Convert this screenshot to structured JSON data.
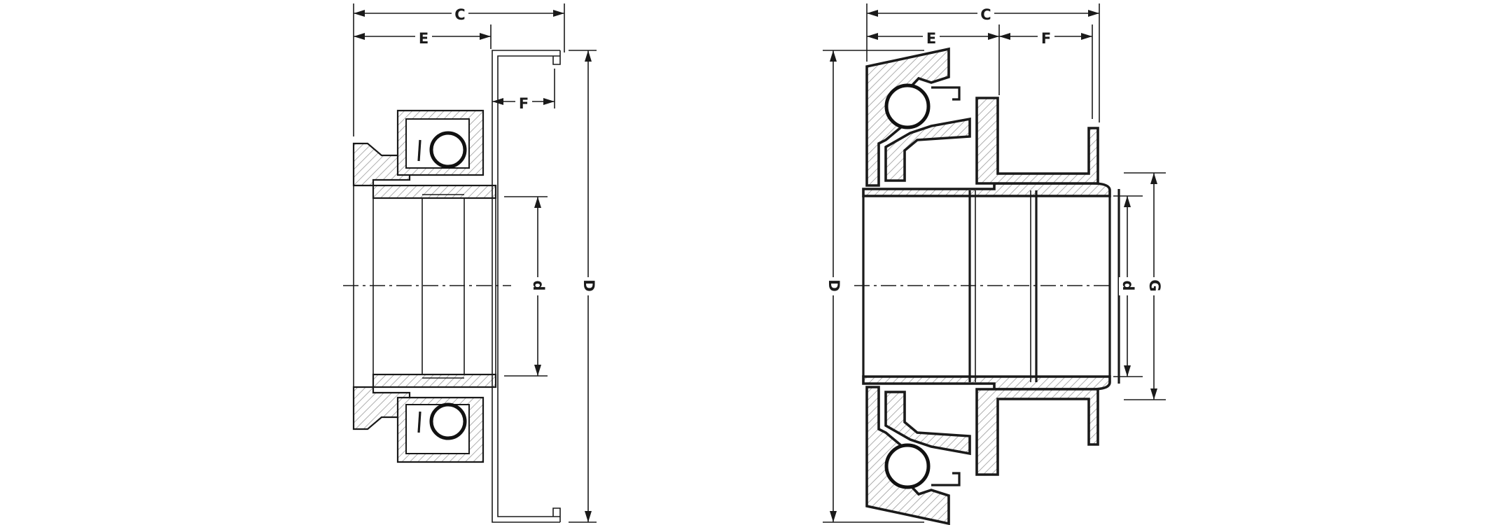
{
  "figures": [
    {
      "name": "release-bearing-left",
      "labels": {
        "c": "C",
        "e": "E",
        "f": "F",
        "d_small": "d",
        "d_large": "D"
      }
    },
    {
      "name": "release-bearing-right",
      "labels": {
        "c": "C",
        "e": "E",
        "f": "F",
        "d_small": "d",
        "d_large": "D",
        "g": "G"
      }
    }
  ]
}
